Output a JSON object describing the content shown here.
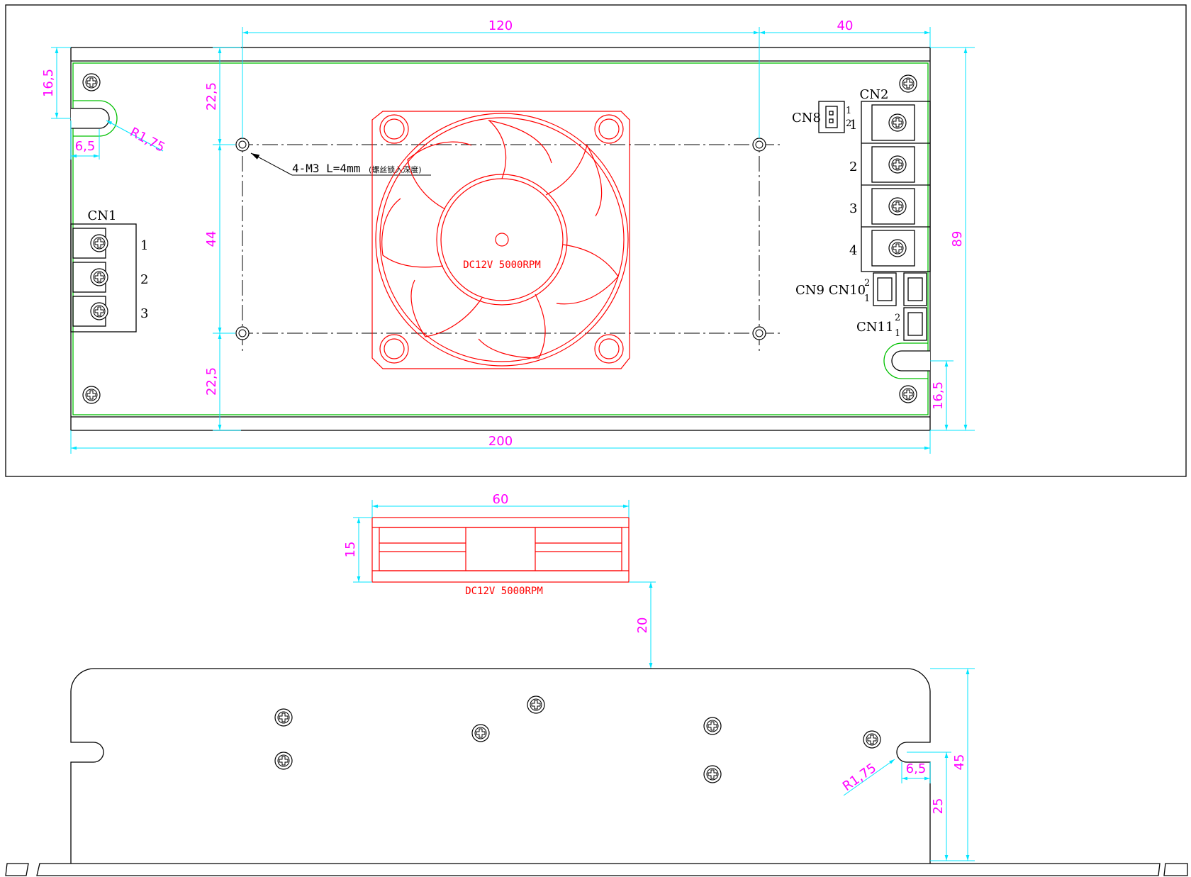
{
  "top_view": {
    "dims": {
      "w120": "120",
      "w40": "40",
      "w200": "200",
      "h89": "89",
      "h44": "44",
      "h22_5_top": "22,5",
      "h22_5_bottom": "22,5",
      "h16_5_left": "16,5",
      "h16_5_right": "16,5",
      "w6_5": "6,5",
      "radius": "R1,75"
    },
    "mount_note": "4-M3 L=4mm",
    "mount_note_small": "(螺丝锁入深度)",
    "fan_label": "DC12V 5000RPM",
    "cn1": {
      "label": "CN1",
      "pins": [
        "1",
        "2",
        "3"
      ]
    },
    "cn2": {
      "label": "CN2",
      "pins": [
        "1",
        "2",
        "3",
        "4"
      ]
    },
    "cn8": {
      "label": "CN8",
      "pins": [
        "1",
        "2"
      ]
    },
    "cn9_cn10": {
      "label": "CN9 CN10",
      "pins": [
        "2",
        "1"
      ]
    },
    "cn11": {
      "label": "CN11",
      "pins": [
        "2",
        "1"
      ]
    }
  },
  "fan_side_view": {
    "width_dim": "60",
    "height_dim": "15",
    "label": "DC12V 5000RPM",
    "clearance_dim": "20"
  },
  "front_view": {
    "height_dim": "45",
    "slot_height_dim": "25",
    "slot_width_dim": "6,5",
    "radius": "R1,75"
  },
  "colors": {
    "outline": "#000000",
    "dimension": "#00e5ff",
    "dimension_text": "#ff00ff",
    "fan": "#ff0000",
    "pcb_edge": "#00c000"
  }
}
